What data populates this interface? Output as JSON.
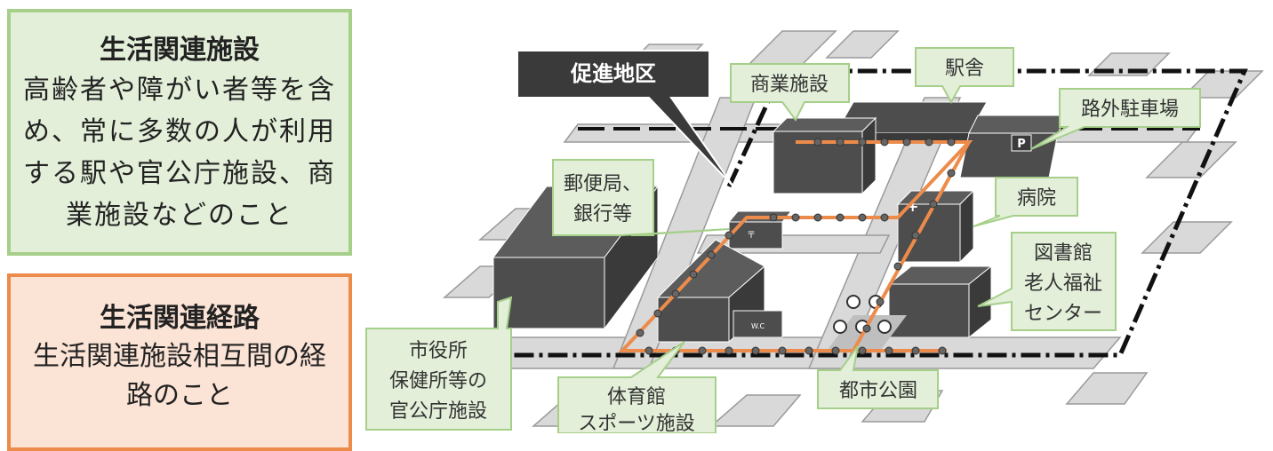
{
  "facility_box": {
    "title": "生活関連施設",
    "description": "高齢者や障がい者等を含め、常に多数の人が利用する駅や官公庁施設、商業施設などのこと"
  },
  "route_box": {
    "title": "生活関連経路",
    "description": "生活関連施設相互間の経路のこと"
  },
  "map": {
    "district_label": "促進地区",
    "labels": {
      "commercial": "商業施設",
      "station": "駅舎",
      "parking": "路外駐車場",
      "post_office_line1": "郵便局、",
      "post_office_line2": "銀行等",
      "hospital": "病院",
      "library_line1": "図書館",
      "library_line2": "老人福祉",
      "library_line3": "センター",
      "city_hall_line1": "市役所",
      "city_hall_line2": "保健所等の",
      "city_hall_line3": "官公庁施設",
      "gym_line1": "体育館",
      "gym_line2": "スポーツ施設",
      "park": "都市公園"
    },
    "parking_sign": "P",
    "toilet_sign": "W.C",
    "post_sign": "〒",
    "colors": {
      "route": "#ed8b4b",
      "building": "#4d4d4d",
      "road": "#d9d9d9",
      "green_callout": "#e3efd9",
      "green_border": "#a6cf8a",
      "district_box": "#3a3a3a"
    }
  }
}
